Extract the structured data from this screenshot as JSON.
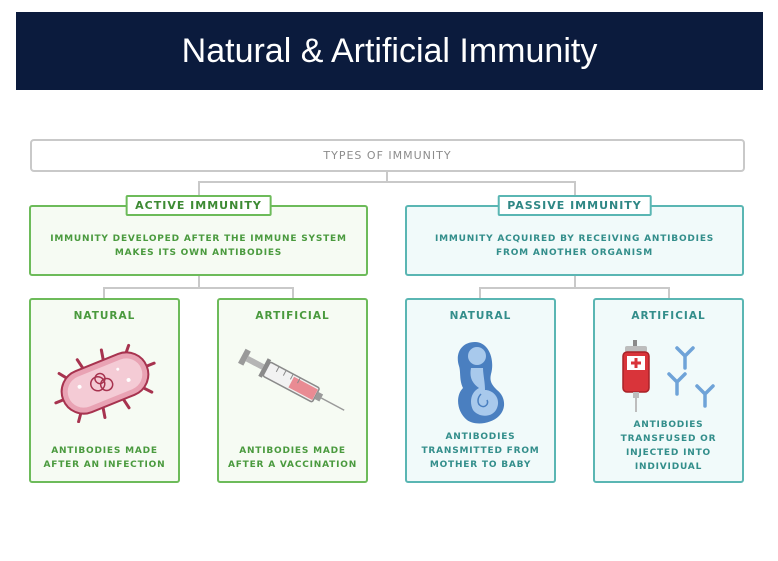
{
  "title": "Natural & Artificial Immunity",
  "root": "TYPES OF IMMUNITY",
  "active": {
    "label": "ACTIVE IMMUNITY",
    "description": "IMMUNITY DEVELOPED AFTER THE IMMUNE SYSTEM MAKES ITS OWN ANTIBODIES",
    "natural": {
      "title": "NATURAL",
      "description": "ANTIBODIES MADE AFTER AN INFECTION",
      "icon": "bacterium-icon"
    },
    "artificial": {
      "title": "ARTIFICIAL",
      "description": "ANTIBODIES MADE AFTER A VACCINATION",
      "icon": "syringe-icon"
    }
  },
  "passive": {
    "label": "PASSIVE IMMUNITY",
    "description": "IMMUNITY ACQUIRED BY RECEIVING ANTIBODIES FROM ANOTHER ORGANISM",
    "natural": {
      "title": "NATURAL",
      "description": "ANTIBODIES TRANSMITTED FROM MOTHER TO BABY",
      "icon": "pregnant-mother-icon"
    },
    "artificial": {
      "title": "ARTIFICIAL",
      "description": "ANTIBODIES TRANSFUSED OR INJECTED INTO INDIVIDUAL",
      "icon": "blood-bag-antibody-icon"
    }
  },
  "colors": {
    "title_bar": "#0b1b3d",
    "active_green": "#6dbb5a",
    "passive_teal": "#5ab6b3",
    "bacterium_pink": "#e9a3b4",
    "blood_red": "#d9343a",
    "antibody_blue": "#6fa3d8"
  }
}
